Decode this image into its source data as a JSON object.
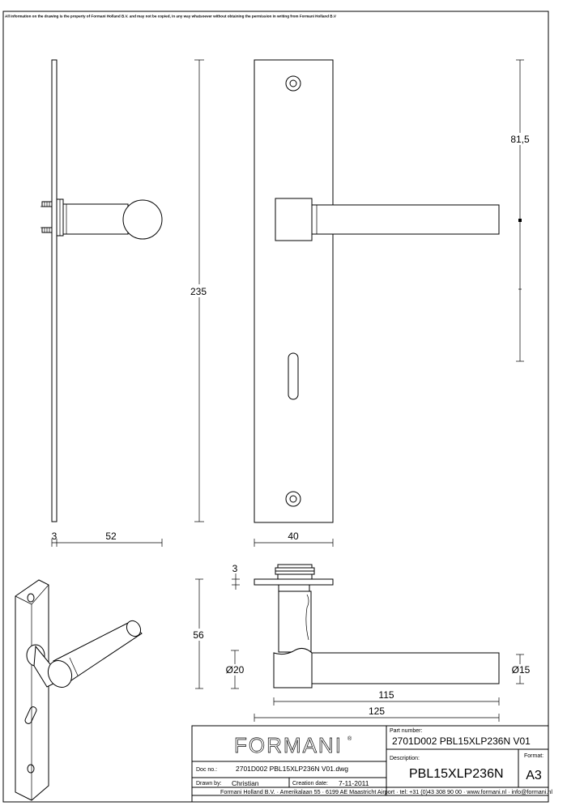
{
  "notice": "All information on the drawing is the property of Formani Holland B.V. and may not be copied, in any way whatsoever without obtaining the permission in writing from Formani Holland B.V",
  "dimensions": {
    "plate_thickness": "3",
    "projection": "52",
    "total_height": "235",
    "plate_width": "40",
    "rosette_thickness": "3",
    "lever_height": "56",
    "rose_diameter": "Ø20",
    "lever_length": "115",
    "total_length": "125",
    "lever_diameter": "Ø15",
    "center_distance": "81,5"
  },
  "title_block": {
    "logo": "FORMANI",
    "registered_mark": "®",
    "part_number_label": "Part number:",
    "part_number": "2701D002 PBL15XLP236N V01",
    "doc_no_label": "Doc no.:",
    "doc_no": "2701D002 PBL15XLP236N V01.dwg",
    "description_label": "Description:",
    "description": "PBL15XLP236N",
    "format_label": "Format:",
    "format": "A3",
    "drawn_by_label": "Drawn by:",
    "drawn_by": "Christian",
    "creation_date_label": "Creation date:",
    "creation_date": "7-11-2011",
    "footer": "Formani Holland B.V. · Amerikalaan 55 · 6199 AE Maastricht Airport · tel: +31 (0)43 308 90 00 · www.formani.nl · info@formani.nl"
  }
}
